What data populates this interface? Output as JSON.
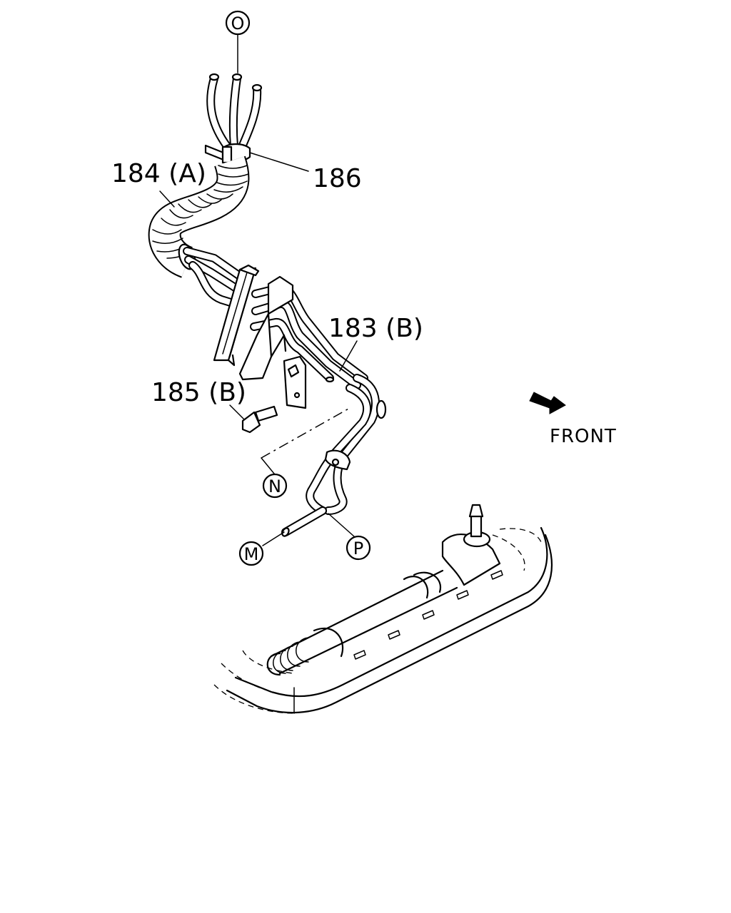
{
  "labels": {
    "ref_o": "O",
    "ref_n": "N",
    "ref_m": "M",
    "ref_p": "P",
    "part_184a": "184 (A)",
    "part_186": "186",
    "part_183b": "183 (B)",
    "part_185b": "185 (B)",
    "front": "FRONT"
  }
}
